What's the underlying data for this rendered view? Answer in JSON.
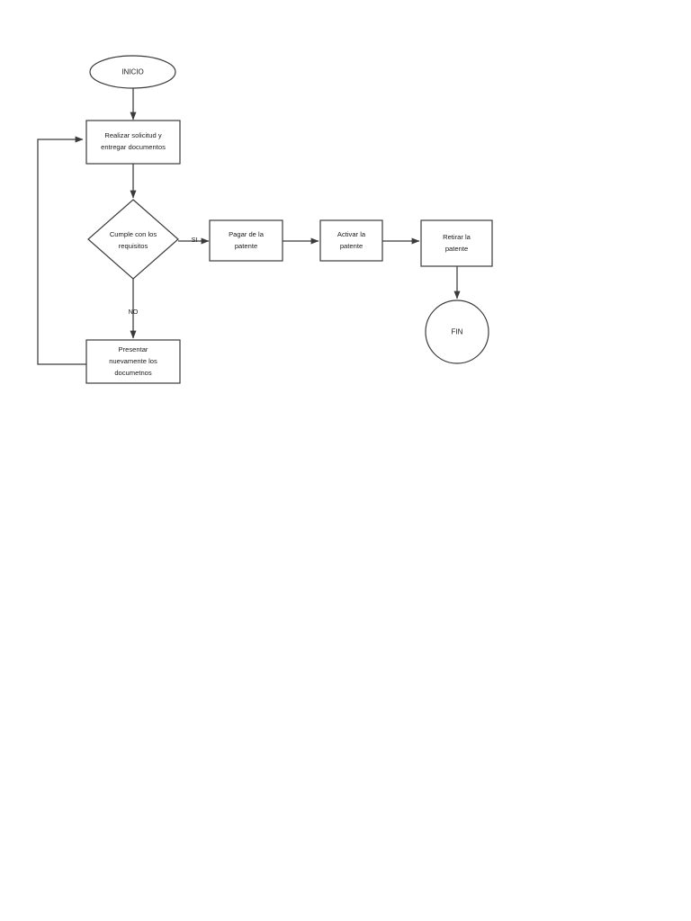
{
  "diagram": {
    "type": "flowchart",
    "orientation": "top-down-with-right-branch",
    "background_color": "#ffffff",
    "stroke_color": "#3b3b3b",
    "text_color": "#1a1a1a",
    "nodes": {
      "start": {
        "shape": "ellipse",
        "label": "INICIO"
      },
      "submit_request": {
        "shape": "rectangle",
        "line1": "Realizar solicitud y",
        "line2": "entregar documentos"
      },
      "decision_requirements": {
        "shape": "diamond",
        "line1": "Cumple con los",
        "line2": "requisitos"
      },
      "resubmit_documents": {
        "shape": "rectangle",
        "line1": "Presentar",
        "line2": "nuevamente los",
        "line3": "documetnos"
      },
      "pay_patent": {
        "shape": "rectangle",
        "line1": "Pagar de la",
        "line2": "patente"
      },
      "activate_patent": {
        "shape": "rectangle",
        "line1": "Activar la",
        "line2": "patente"
      },
      "collect_patent": {
        "shape": "rectangle",
        "line1": "Retirar la",
        "line2": "patente"
      },
      "end": {
        "shape": "circle",
        "label": "FIN"
      }
    },
    "edge_labels": {
      "yes": "SI",
      "no": "NO"
    }
  }
}
